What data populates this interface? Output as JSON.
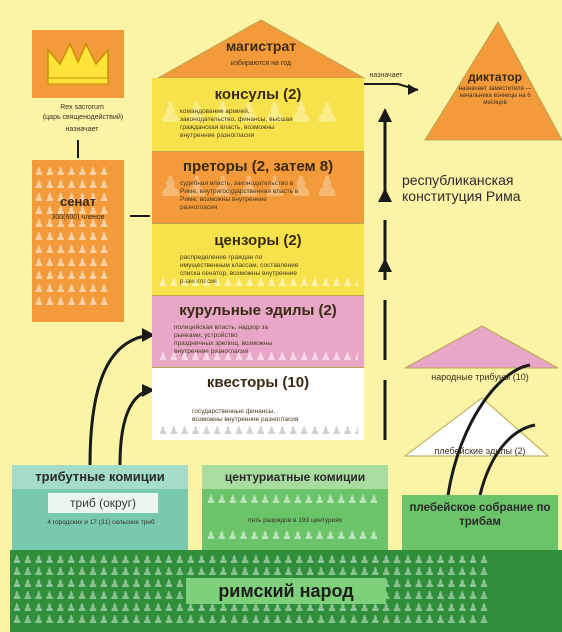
{
  "colors": {
    "background": "#fbf4a6",
    "orange": "#f39a3a",
    "yellow": "#f7e24b",
    "pink": "#e9a7c8",
    "white": "#ffffff",
    "green": "#6cc46a",
    "green_dark": "#2f8f3a",
    "teal": "#79c9b1"
  },
  "icons": {
    "crown": "crown-icon",
    "people": "person-figure-icon"
  },
  "rex": {
    "title": "Rex sacrorum",
    "subtitle": "(царь священодействий)",
    "note": "назначает"
  },
  "senate": {
    "title": "сенат",
    "count": "300(600) членов"
  },
  "magistrat": {
    "title": "магистрат",
    "note": "избираются на год",
    "appoints": "назначает"
  },
  "dictator": {
    "title": "диктатор",
    "desc": "назначает заместителя — начальника конницы на 6 месяцев"
  },
  "constitution_label": "республиканская конституция Рима",
  "tiers": [
    {
      "title": "консулы (2)",
      "desc": "командование армией, законодательство, финансы, высшая гражданская власть, возможны внутренние разногласия"
    },
    {
      "title": "преторы (2, затем 8)",
      "desc": "судебная власть, законодательство в Риме, внутригосударственная власть в Риме, возможны внутренние разногласия"
    },
    {
      "title": "цензоры (2)",
      "desc": "распределение граждан по имущественным классам, составление списка сенатор, возможны внутренние разногласия"
    },
    {
      "title": "курульные эдилы (2)",
      "desc": "полицейская власть, надзор за рынками, устройство праздничных зрелищ, возможны внутренние разногласия"
    },
    {
      "title": "квесторы (10)",
      "desc": "государственные финансы, возможны внутренние разногласия"
    }
  ],
  "tribunes": {
    "title": "народные трибуны (10)"
  },
  "plebeian_aediles": {
    "title": "плебейские эдилы (2)"
  },
  "comitia_tributa": {
    "title": "трибутные комиции",
    "sub": "триб (округ)",
    "note": "4 городских и 17 (31) сельских триб"
  },
  "comitia_centuriata": {
    "title": "центуриатные комиции",
    "note": "пять разрядов в 193 центуриях"
  },
  "plebeian_assembly": {
    "title": "плебейское собрание по трибам"
  },
  "people": {
    "title": "римский народ"
  }
}
